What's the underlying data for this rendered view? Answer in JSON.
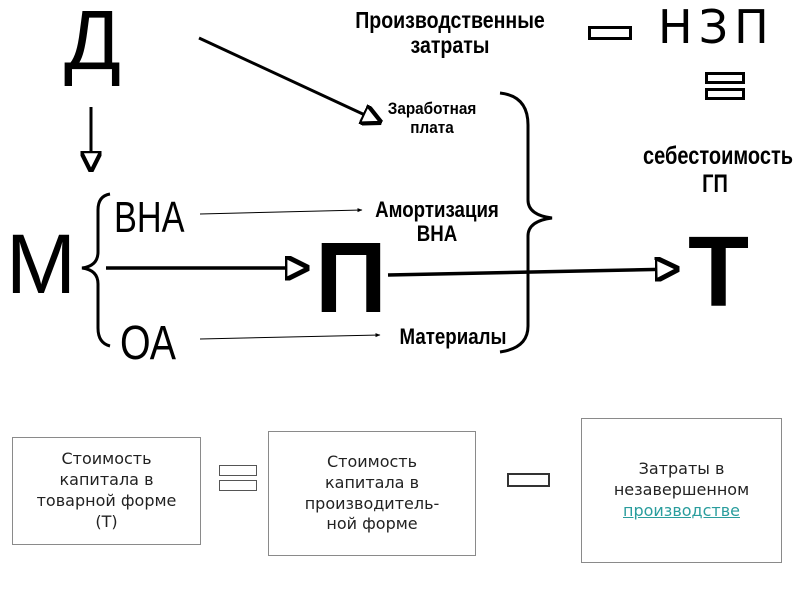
{
  "diagram": {
    "letters": {
      "money": "Д",
      "means": "М",
      "production": "П",
      "commodity": "Т"
    },
    "means_parts": {
      "fixed_assets": "ВНА",
      "current_assets": "ОА"
    },
    "production_costs_title": [
      "Производственные",
      "затраты"
    ],
    "cost_items": {
      "wages": [
        "Заработная",
        "плата"
      ],
      "depreciation": [
        "Амортизация",
        "ВНА"
      ],
      "materials": "Материалы"
    },
    "formula": {
      "minus_symbol": "minus-sign",
      "wip": "НЗП",
      "equals_symbol": "equals-sign",
      "result": [
        "себестоимость",
        "ГП"
      ]
    }
  },
  "equation": {
    "box1": [
      "Стоимость",
      "капитала в",
      "товарной форме",
      "(Т)"
    ],
    "operator1": "equals-sign",
    "box2": [
      "Стоимость",
      "капитала в",
      "производитель-",
      "ной форме"
    ],
    "operator2": "minus-sign",
    "box3": {
      "lines": [
        "Затраты в",
        "незавершенном"
      ],
      "link": "производстве"
    }
  },
  "colors": {
    "link": "#2a9d9d",
    "box_border": "#8a8a8a"
  }
}
